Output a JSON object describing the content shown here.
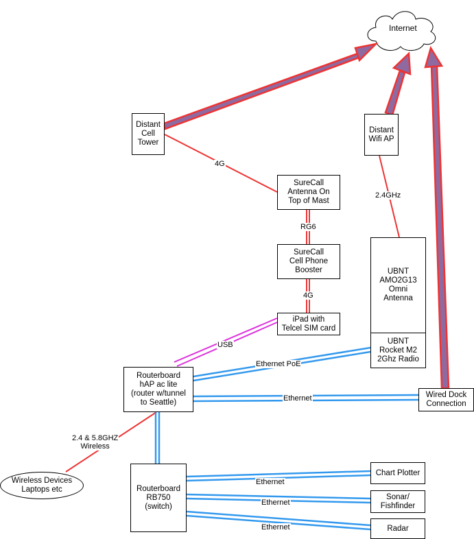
{
  "nodes": {
    "internet": "Internet",
    "cell_tower": "Distant\nCell\nTower",
    "wifi_ap": "Distant\nWifi AP",
    "surecall_antenna": "SureCall\nAntenna On\nTop of Mast",
    "surecall_booster": "SureCall\nCell Phone\nBooster",
    "ipad": "iPad with\nTelcel SIM card",
    "ubnt_antenna": "UBNT\nAMO2G13\nOmni\nAntenna",
    "ubnt_rocket": "UBNT\nRocket M2\n2Ghz Radio",
    "hap": "Routerboard\nhAP ac lite\n(router w/tunnel\nto Seattle)",
    "wired_dock": "Wired Dock\nConnection",
    "wireless_devices": "Wireless Devices\nLaptops etc",
    "rb750": "Routerboard\nRB750\n(switch)",
    "chart_plotter": "Chart Plotter",
    "sonar": "Sonar/\nFishfinder",
    "radar": "Radar"
  },
  "links": {
    "tower_to_antenna": "4G",
    "wifi_to_ubnt": "2.4GHz",
    "antenna_to_booster": "RG6",
    "booster_to_ipad": "4G",
    "ipad_to_hap": "USB",
    "rocket_to_hap": "Ethernet PoE",
    "hap_to_dock": "Ethernet",
    "hap_to_wireless": "2.4 & 5.8GHZ\nWireless",
    "rb750_to_chart": "Ethernet",
    "rb750_to_sonar": "Ethernet",
    "rb750_to_radar": "Ethernet"
  },
  "colors": {
    "cell": "#ee3333",
    "usb": "#dd33dd",
    "ethernet": "#3399ee",
    "uplink_fill": "#8f6aa0",
    "uplink_border": "#ee3333"
  }
}
